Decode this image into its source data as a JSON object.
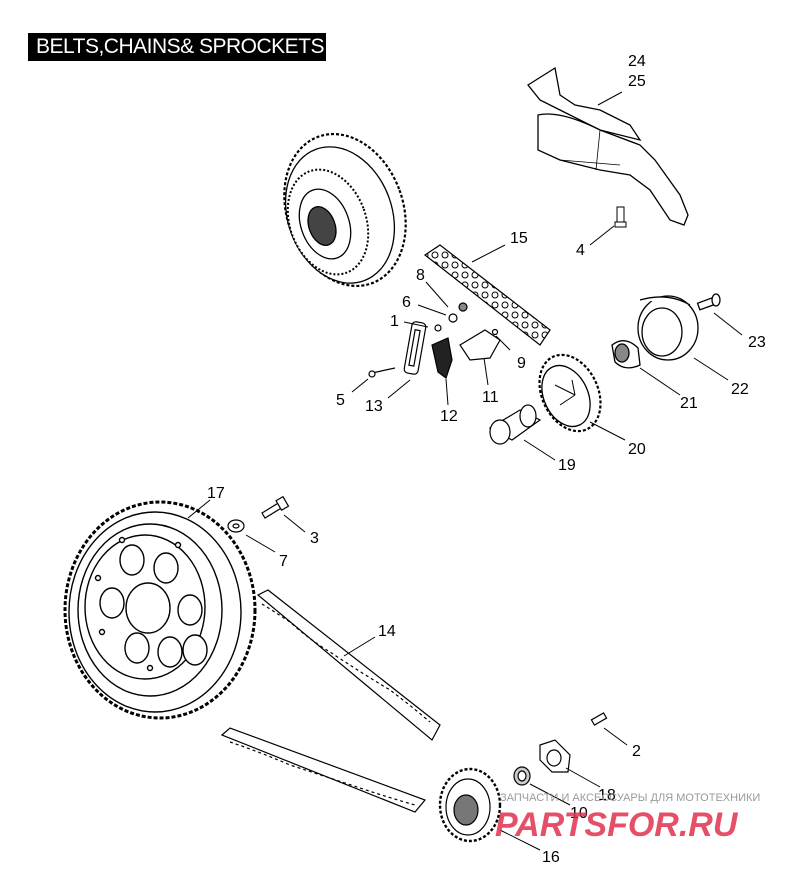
{
  "title": "BELTS,CHAINS& SPROCKETS",
  "callouts": [
    "24",
    "25",
    "15",
    "4",
    "8",
    "6",
    "1",
    "9",
    "5",
    "13",
    "12",
    "11",
    "23",
    "22",
    "21",
    "20",
    "19",
    "17",
    "3",
    "7",
    "14",
    "2",
    "18",
    "10",
    "16"
  ],
  "watermark": {
    "tagline": "ЗАПЧАСТИ И АКСЕССУАРЫ ДЛЯ МОТОТЕХНИКИ",
    "brand": "PARTSFOR.RU"
  }
}
